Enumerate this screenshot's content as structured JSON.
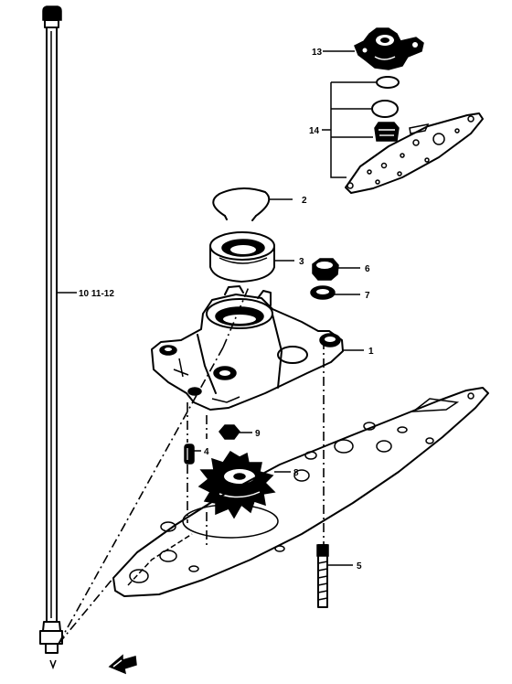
{
  "callouts": {
    "p1": "1",
    "p2": "2",
    "p3": "3",
    "p4": "4",
    "p5": "5",
    "p6": "6",
    "p7": "7",
    "p8": "8",
    "p9": "9",
    "p10": "10 11-12",
    "p13": "13",
    "p14": "14"
  },
  "colors": {
    "ink": "#000000",
    "paper": "#ffffff"
  },
  "icons": {
    "front_arrow": "front-arrow-icon"
  }
}
